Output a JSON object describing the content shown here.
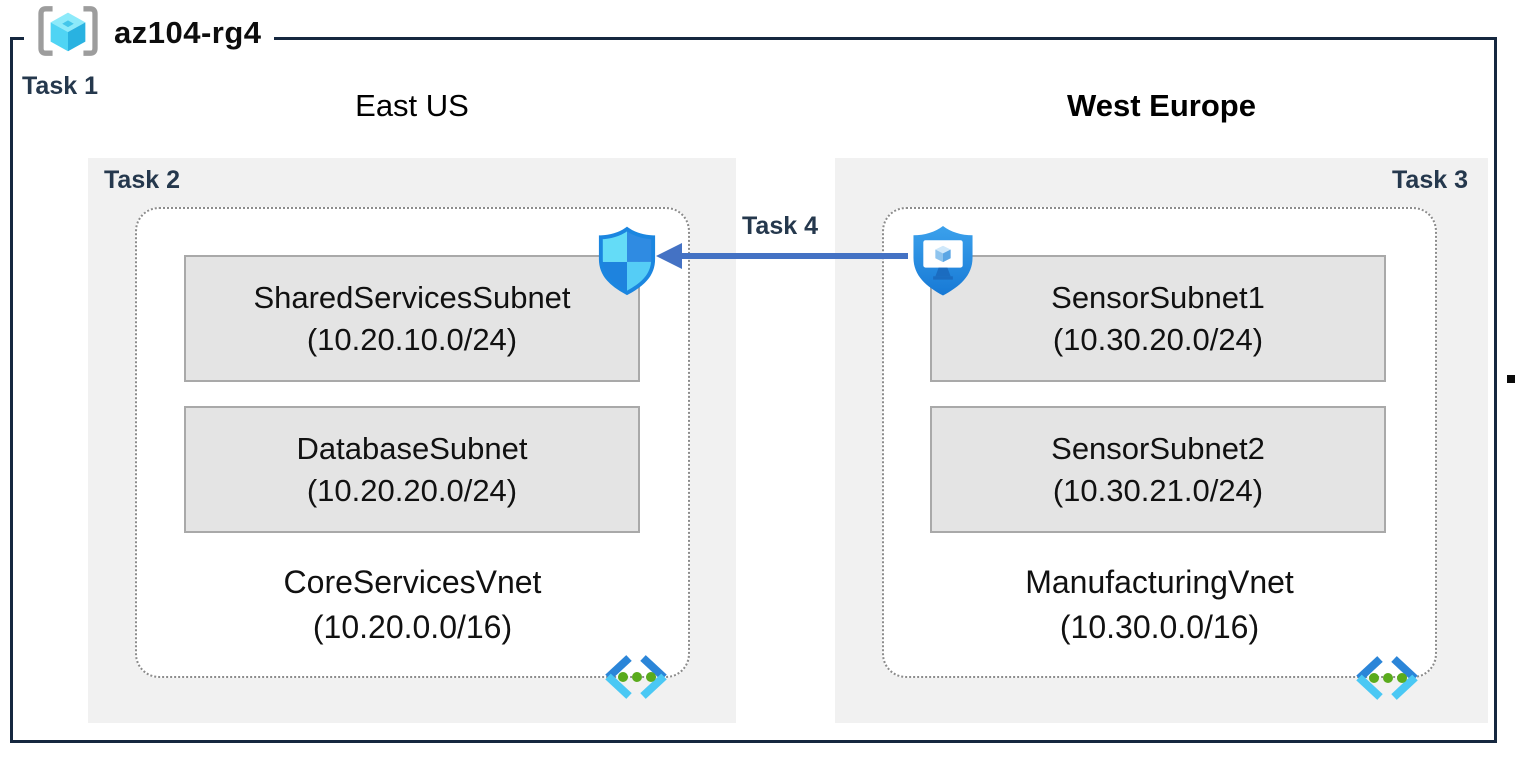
{
  "resource_group": {
    "title": "az104-rg4",
    "task": "Task 1"
  },
  "regions": [
    {
      "name": "East US",
      "task": "Task 2",
      "vnet": {
        "name": "CoreServicesVnet",
        "cidr": "(10.20.0.0/16)"
      },
      "subnets": [
        {
          "name": "SharedServicesSubnet",
          "cidr": "(10.20.10.0/24)"
        },
        {
          "name": "DatabaseSubnet",
          "cidr": "(10.20.20.0/24)"
        }
      ]
    },
    {
      "name": "West Europe",
      "task": "Task 3",
      "vnet": {
        "name": "ManufacturingVnet",
        "cidr": "(10.30.0.0/16)"
      },
      "subnets": [
        {
          "name": "SensorSubnet1",
          "cidr": "(10.30.20.0/24)"
        },
        {
          "name": "SensorSubnet2",
          "cidr": "(10.30.21.0/24)"
        }
      ]
    }
  ],
  "peering": {
    "task": "Task 4",
    "direction": "right-to-left"
  },
  "icons": {
    "resource_group": "resource-group-cube-brackets-icon",
    "left_vnet_connector": "network-security-shield-icon",
    "right_vnet_connector": "bastion-shield-monitor-icon",
    "virtual_network": "virtual-network-chevrons-icon"
  },
  "colors": {
    "frame_border": "#16283f",
    "task_label": "#25384d",
    "region_background": "#f1f1f1",
    "subnet_background": "#e4e4e4",
    "subnet_border": "#a9a9a9",
    "vnet_dotted_border": "#8c8c8c",
    "arrow_blue": "#4472c4",
    "shield_cyan": "#64dcf7",
    "shield_blue": "#2f8be2",
    "vnet_chevron_blue": "#2b85d8",
    "vnet_chevron_cyan": "#4ac8f4",
    "vnet_dot_green": "#5aab1d"
  }
}
